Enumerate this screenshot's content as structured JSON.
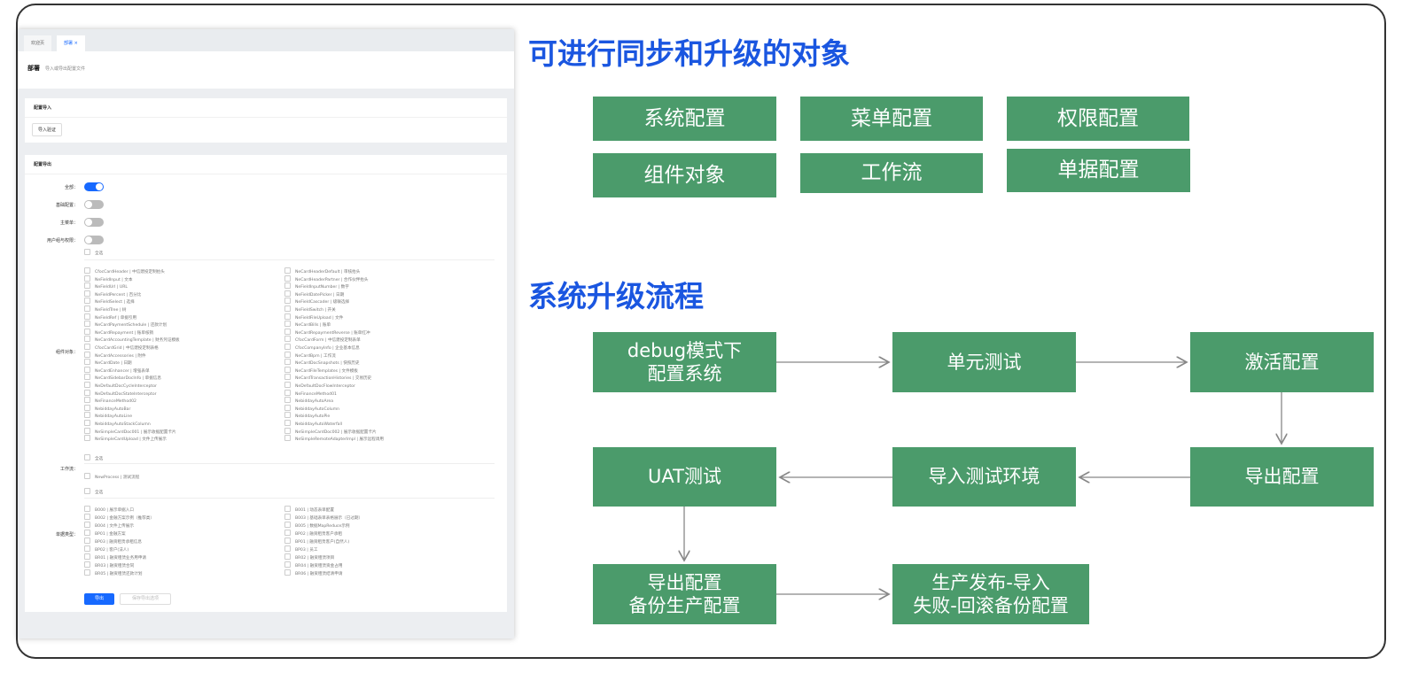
{
  "titles": {
    "objects": "可进行同步和升级的对象",
    "flow": "系统升级流程"
  },
  "objects": [
    "系统配置",
    "菜单配置",
    "权限配置",
    "组件对象",
    "工作流",
    "单据配置"
  ],
  "flow_steps": [
    "debug模式下\n配置系统",
    "单元测试",
    "激活配置",
    "导出配置",
    "导入测试环境",
    "UAT测试",
    "导出配置\n备份生产配置",
    "生产发布-导入\n失败-回滚备份配置"
  ],
  "colors": {
    "green": "#4b9b6b",
    "title": "#1a56e0",
    "accent": "#1769ff"
  },
  "screenshot": {
    "tabs": [
      "欢迎页",
      "部署 ×"
    ],
    "header": {
      "title": "部署",
      "subtitle": "导入或导出配置文件"
    },
    "import_card": {
      "title": "配置导入",
      "button": "导入验证"
    },
    "export_card": {
      "title": "配置导出",
      "toggles": [
        {
          "label": "全部：",
          "on": true
        },
        {
          "label": "基础配置：",
          "on": false
        },
        {
          "label": "主菜单：",
          "on": false
        },
        {
          "label": "用户组与权限：",
          "on": false
        }
      ],
      "select_all": "全选",
      "components_label": "组件对象：",
      "components_left": [
        "CfocCardHeader | 中信建投定制抬头",
        "NeFieldInput | 文本",
        "NeFieldUrl | URL",
        "NeFieldPercent | 百分比",
        "NeFieldSelect | 选择",
        "NeFieldTree | 树",
        "NeFieldRef | 单据引用",
        "NeCardPaymentSchedule | 还款计划",
        "NeCardRepayment | 账单核销",
        "NeCardAccountingTemplate | 财务凭证模板",
        "CfocCardGrid | 中信建投定制表格",
        "NeCardAccessories | 附件",
        "NeCardDate | 日期",
        "NeCardEnhancer | 增强表单",
        "NeCardSidebarDocInfo | 单据信息",
        "NeDefaultDocCycleInterceptor",
        "NeDefaultDocStateInterceptor",
        "NeFinanceMethod02",
        "NebiddayAutoBar",
        "NebiddayAutoLine",
        "NebiddayAutoStackColumn",
        "NeSimpleCardDoc001 | 展示收据配置卡片",
        "NeSimpleCardUpload | 文件上传展示"
      ],
      "components_right": [
        "NeCardHeaderDefault | 审核抬头",
        "NeCardHeaderPartner | 合作伙伴抬头",
        "NeFieldInputNumber | 数字",
        "NeFieldDatePicker | 日期",
        "NeFieldCascader | 级联选择",
        "NeFieldSwitch | 开关",
        "NeFieldFileUpload | 文件",
        "NeCardBills | 账单",
        "NeCardRepaymentReverse | 账单红冲",
        "CfocCardForm | 中信建投定制表单",
        "CfocCompanyInfo | 企业基本信息",
        "NeCardBpm | 工作流",
        "NeCardDocSnapshots | 快照历史",
        "NeCardFileTemplates | 文件模板",
        "NeCardTransactionHistories | 交易历史",
        "NeDefaultDocFlowInterceptor",
        "NeFinanceMethod01",
        "NebiddayAutoArea",
        "NebiddayAutoColumn",
        "NebiddayAutoPie",
        "NebiddayAutoWaterfall",
        "NeSimpleCardDoc002 | 展示收据配置卡片",
        "NeSimpleRemoteAdapterImpl | 展示远程调用"
      ],
      "workflow_label": "工作流：",
      "workflows": [
        "NewProcess | 测试流程"
      ],
      "doctypes_label": "单据类型：",
      "doctypes_left": [
        "B000 | 展示单据入口",
        "B002 | 金融方案示例（推荐类）",
        "B004 | 文件上传展示",
        "BP01 | 金融方案",
        "BP03 | 融资租赁承租信息",
        "BP02 | 客户(法人)",
        "BR01 | 融资租赁业务用申请",
        "BR03 | 融资租赁合同",
        "BR05 | 融资租赁还款计划"
      ],
      "doctypes_right": [
        "B001 | 动态表单配置",
        "B003 | 基础表单表格展示（已过期）",
        "B005 | 数据MapReduce示例",
        "BP02 | 融资租赁客户承租",
        "BP01 | 融资租赁客户(自然人)",
        "BP03 | 员工",
        "BR02 | 融资租赁项目",
        "BR04 | 融资租赁资金占用",
        "BR06 | 融资租赁结清申请"
      ],
      "export_button": "导出",
      "save_button": "保存导出选项"
    }
  }
}
